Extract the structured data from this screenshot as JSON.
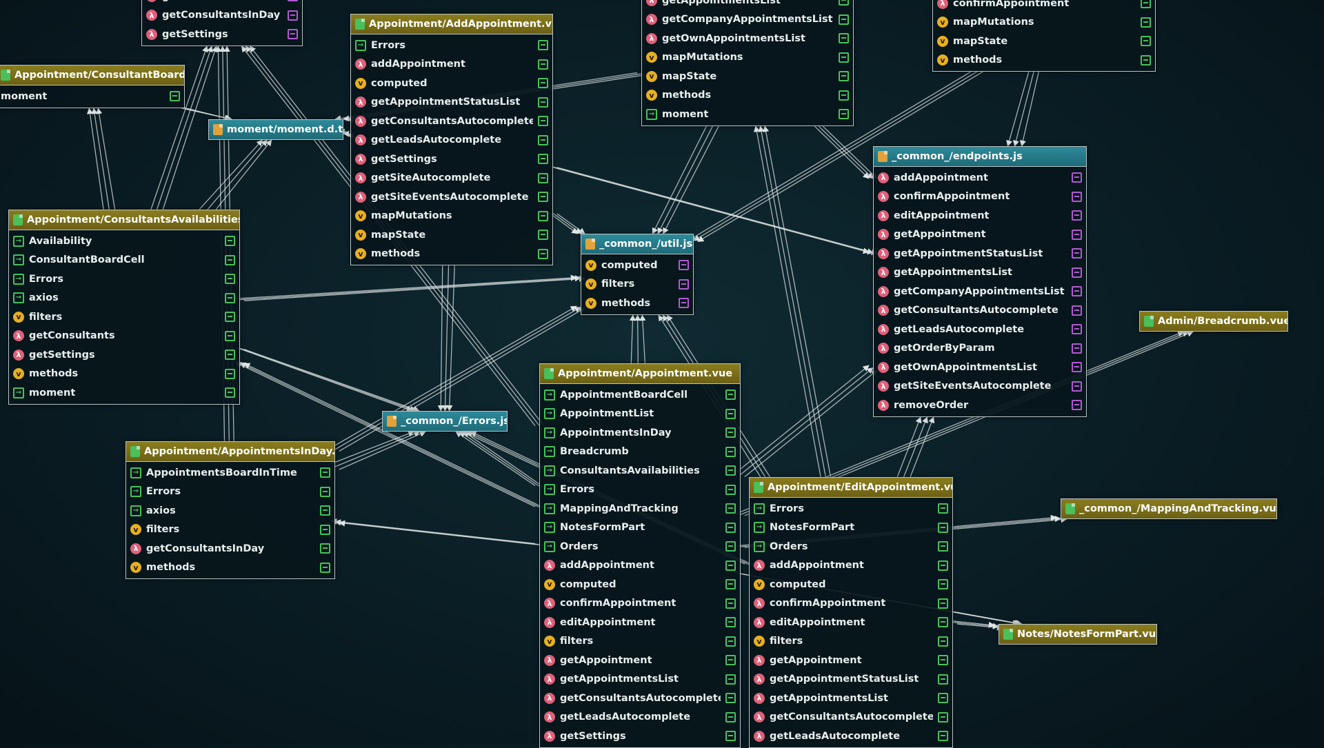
{
  "diagram": {
    "nodes": [
      {
        "id": "consultants_top",
        "kind": "vue",
        "title": "",
        "rows": [
          {
            "label": "getConsultants",
            "icon": "fn",
            "port": "exp"
          },
          {
            "label": "getConsultantsInDay",
            "icon": "fn",
            "port": "exp"
          },
          {
            "label": "getSettings",
            "icon": "fn",
            "port": "exp"
          }
        ]
      },
      {
        "id": "consultant_board_cell",
        "kind": "vue",
        "title": "Appointment/ConsultantBoardCell.vue",
        "rows": [
          {
            "label": "moment",
            "icon": "none",
            "port": "imp"
          }
        ]
      },
      {
        "id": "moment_dts",
        "kind": "ts",
        "title": "moment/moment.d.ts",
        "rows": []
      },
      {
        "id": "add_appointment",
        "kind": "vue",
        "title": "Appointment/AddAppointment.vue",
        "rows": [
          {
            "label": "Errors",
            "icon": "imp",
            "port": "imp"
          },
          {
            "label": "addAppointment",
            "icon": "fn",
            "port": "imp"
          },
          {
            "label": "computed",
            "icon": "val",
            "port": "imp"
          },
          {
            "label": "getAppointmentStatusList",
            "icon": "fn",
            "port": "imp"
          },
          {
            "label": "getConsultantsAutocomplete",
            "icon": "fn",
            "port": "imp"
          },
          {
            "label": "getLeadsAutocomplete",
            "icon": "fn",
            "port": "imp"
          },
          {
            "label": "getSettings",
            "icon": "fn",
            "port": "imp"
          },
          {
            "label": "getSiteAutocomplete",
            "icon": "fn",
            "port": "imp"
          },
          {
            "label": "getSiteEventsAutocomplete",
            "icon": "fn",
            "port": "imp"
          },
          {
            "label": "mapMutations",
            "icon": "val",
            "port": "imp"
          },
          {
            "label": "mapState",
            "icon": "val",
            "port": "imp"
          },
          {
            "label": "methods",
            "icon": "val",
            "port": "imp"
          }
        ]
      },
      {
        "id": "appointments_list_top",
        "kind": "vue",
        "title": "",
        "rows": [
          {
            "label": "getAppointmentsList",
            "icon": "fn",
            "port": "imp"
          },
          {
            "label": "getCompanyAppointmentsList",
            "icon": "fn",
            "port": "imp"
          },
          {
            "label": "getOwnAppointmentsList",
            "icon": "fn",
            "port": "imp"
          },
          {
            "label": "mapMutations",
            "icon": "val",
            "port": "imp"
          },
          {
            "label": "mapState",
            "icon": "val",
            "port": "imp"
          },
          {
            "label": "methods",
            "icon": "val",
            "port": "imp"
          },
          {
            "label": "moment",
            "icon": "imp",
            "port": "imp"
          }
        ]
      },
      {
        "id": "confirm_top",
        "kind": "vue",
        "title": "",
        "rows": [
          {
            "label": "confirmAppointment",
            "icon": "fn",
            "port": "imp"
          },
          {
            "label": "mapMutations",
            "icon": "val",
            "port": "imp"
          },
          {
            "label": "mapState",
            "icon": "val",
            "port": "imp"
          },
          {
            "label": "methods",
            "icon": "val",
            "port": "imp"
          }
        ]
      },
      {
        "id": "endpoints",
        "kind": "js",
        "title": "_common_/endpoints.js",
        "rows": [
          {
            "label": "addAppointment",
            "icon": "fn",
            "port": "exp"
          },
          {
            "label": "confirmAppointment",
            "icon": "fn",
            "port": "exp"
          },
          {
            "label": "editAppointment",
            "icon": "fn",
            "port": "exp"
          },
          {
            "label": "getAppointment",
            "icon": "fn",
            "port": "exp"
          },
          {
            "label": "getAppointmentStatusList",
            "icon": "fn",
            "port": "exp"
          },
          {
            "label": "getAppointmentsList",
            "icon": "fn",
            "port": "exp"
          },
          {
            "label": "getCompanyAppointmentsList",
            "icon": "fn",
            "port": "exp"
          },
          {
            "label": "getConsultantsAutocomplete",
            "icon": "fn",
            "port": "exp"
          },
          {
            "label": "getLeadsAutocomplete",
            "icon": "fn",
            "port": "exp"
          },
          {
            "label": "getOrderByParam",
            "icon": "fn",
            "port": "exp"
          },
          {
            "label": "getOwnAppointmentsList",
            "icon": "fn",
            "port": "exp"
          },
          {
            "label": "getSiteEventsAutocomplete",
            "icon": "fn",
            "port": "exp"
          },
          {
            "label": "removeOrder",
            "icon": "fn",
            "port": "exp"
          }
        ]
      },
      {
        "id": "consultants_availabilities",
        "kind": "vue",
        "title": "Appointment/ConsultantsAvailabilities.vue",
        "rows": [
          {
            "label": "Availability",
            "icon": "imp",
            "port": "imp"
          },
          {
            "label": "ConsultantBoardCell",
            "icon": "imp",
            "port": "imp"
          },
          {
            "label": "Errors",
            "icon": "imp",
            "port": "imp"
          },
          {
            "label": "axios",
            "icon": "imp",
            "port": "imp"
          },
          {
            "label": "filters",
            "icon": "val",
            "port": "imp"
          },
          {
            "label": "getConsultants",
            "icon": "fn",
            "port": "imp"
          },
          {
            "label": "getSettings",
            "icon": "fn",
            "port": "imp"
          },
          {
            "label": "methods",
            "icon": "val",
            "port": "imp"
          },
          {
            "label": "moment",
            "icon": "imp",
            "port": "imp"
          }
        ]
      },
      {
        "id": "util",
        "kind": "js",
        "title": "_common_/util.js",
        "rows": [
          {
            "label": "computed",
            "icon": "val",
            "port": "exp"
          },
          {
            "label": "filters",
            "icon": "val",
            "port": "exp"
          },
          {
            "label": "methods",
            "icon": "val",
            "port": "exp"
          }
        ]
      },
      {
        "id": "breadcrumb",
        "kind": "vue",
        "title": "Admin/Breadcrumb.vue",
        "rows": []
      },
      {
        "id": "errors_js",
        "kind": "js",
        "title": "_common_/Errors.js",
        "rows": []
      },
      {
        "id": "appointment_vue",
        "kind": "vue",
        "title": "Appointment/Appointment.vue",
        "rows": [
          {
            "label": "AppointmentBoardCell",
            "icon": "imp",
            "port": "imp"
          },
          {
            "label": "AppointmentList",
            "icon": "imp",
            "port": "imp"
          },
          {
            "label": "AppointmentsInDay",
            "icon": "imp",
            "port": "imp"
          },
          {
            "label": "Breadcrumb",
            "icon": "imp",
            "port": "imp"
          },
          {
            "label": "ConsultantsAvailabilities",
            "icon": "imp",
            "port": "imp"
          },
          {
            "label": "Errors",
            "icon": "imp",
            "port": "imp"
          },
          {
            "label": "MappingAndTracking",
            "icon": "imp",
            "port": "imp"
          },
          {
            "label": "NotesFormPart",
            "icon": "imp",
            "port": "imp"
          },
          {
            "label": "Orders",
            "icon": "imp",
            "port": "imp"
          },
          {
            "label": "addAppointment",
            "icon": "fn",
            "port": "imp"
          },
          {
            "label": "computed",
            "icon": "val",
            "port": "imp"
          },
          {
            "label": "confirmAppointment",
            "icon": "fn",
            "port": "imp"
          },
          {
            "label": "editAppointment",
            "icon": "fn",
            "port": "imp"
          },
          {
            "label": "filters",
            "icon": "val",
            "port": "imp"
          },
          {
            "label": "getAppointment",
            "icon": "fn",
            "port": "imp"
          },
          {
            "label": "getAppointmentsList",
            "icon": "fn",
            "port": "imp"
          },
          {
            "label": "getConsultantsAutocomplete",
            "icon": "fn",
            "port": "imp"
          },
          {
            "label": "getLeadsAutocomplete",
            "icon": "fn",
            "port": "imp"
          },
          {
            "label": "getSettings",
            "icon": "fn",
            "port": "imp"
          }
        ]
      },
      {
        "id": "appointments_in_day",
        "kind": "vue",
        "title": "Appointment/AppointmentsInDay.vue",
        "rows": [
          {
            "label": "AppointmentsBoardInTime",
            "icon": "imp",
            "port": "imp"
          },
          {
            "label": "Errors",
            "icon": "imp",
            "port": "imp"
          },
          {
            "label": "axios",
            "icon": "imp",
            "port": "imp"
          },
          {
            "label": "filters",
            "icon": "val",
            "port": "imp"
          },
          {
            "label": "getConsultantsInDay",
            "icon": "fn",
            "port": "imp"
          },
          {
            "label": "methods",
            "icon": "val",
            "port": "imp"
          }
        ]
      },
      {
        "id": "edit_appointment",
        "kind": "vue",
        "title": "Appointment/EditAppointment.vue",
        "rows": [
          {
            "label": "Errors",
            "icon": "imp",
            "port": "imp"
          },
          {
            "label": "NotesFormPart",
            "icon": "imp",
            "port": "imp"
          },
          {
            "label": "Orders",
            "icon": "imp",
            "port": "imp"
          },
          {
            "label": "addAppointment",
            "icon": "fn",
            "port": "imp"
          },
          {
            "label": "computed",
            "icon": "val",
            "port": "imp"
          },
          {
            "label": "confirmAppointment",
            "icon": "fn",
            "port": "imp"
          },
          {
            "label": "editAppointment",
            "icon": "fn",
            "port": "imp"
          },
          {
            "label": "filters",
            "icon": "val",
            "port": "imp"
          },
          {
            "label": "getAppointment",
            "icon": "fn",
            "port": "imp"
          },
          {
            "label": "getAppointmentStatusList",
            "icon": "fn",
            "port": "imp"
          },
          {
            "label": "getAppointmentsList",
            "icon": "fn",
            "port": "imp"
          },
          {
            "label": "getConsultantsAutocomplete",
            "icon": "fn",
            "port": "imp"
          },
          {
            "label": "getLeadsAutocomplete",
            "icon": "fn",
            "port": "imp"
          }
        ]
      },
      {
        "id": "mapping_tracking",
        "kind": "vue",
        "title": "_common_/MappingAndTracking.vue",
        "rows": []
      },
      {
        "id": "notes_form_part",
        "kind": "vue",
        "title": "Notes/NotesFormPart.vue",
        "rows": []
      }
    ],
    "edges": [
      [
        "add_appointment",
        "util"
      ],
      [
        "add_appointment",
        "endpoints"
      ],
      [
        "add_appointment",
        "errors_js"
      ],
      [
        "add_appointment",
        "moment_dts"
      ],
      [
        "appointments_list_top",
        "util"
      ],
      [
        "appointments_list_top",
        "endpoints"
      ],
      [
        "appointments_list_top",
        "moment_dts"
      ],
      [
        "confirm_top",
        "endpoints"
      ],
      [
        "confirm_top",
        "util"
      ],
      [
        "consultants_availabilities",
        "util"
      ],
      [
        "consultants_availabilities",
        "consultants_top"
      ],
      [
        "consultants_availabilities",
        "consultant_board_cell"
      ],
      [
        "consultants_availabilities",
        "moment_dts"
      ],
      [
        "consultants_availabilities",
        "errors_js"
      ],
      [
        "consultant_board_cell",
        "moment_dts"
      ],
      [
        "appointments_in_day",
        "util"
      ],
      [
        "appointments_in_day",
        "errors_js"
      ],
      [
        "appointments_in_day",
        "consultants_top"
      ],
      [
        "appointment_vue",
        "util"
      ],
      [
        "appointment_vue",
        "endpoints"
      ],
      [
        "appointment_vue",
        "errors_js"
      ],
      [
        "appointment_vue",
        "breadcrumb"
      ],
      [
        "appointment_vue",
        "mapping_tracking"
      ],
      [
        "appointment_vue",
        "notes_form_part"
      ],
      [
        "appointment_vue",
        "consultants_availabilities"
      ],
      [
        "appointment_vue",
        "appointments_in_day"
      ],
      [
        "appointment_vue",
        "consultants_top"
      ],
      [
        "edit_appointment",
        "endpoints"
      ],
      [
        "edit_appointment",
        "util"
      ],
      [
        "edit_appointment",
        "notes_form_part"
      ],
      [
        "edit_appointment",
        "errors_js"
      ],
      [
        "edit_appointment",
        "appointments_list_top"
      ]
    ]
  }
}
